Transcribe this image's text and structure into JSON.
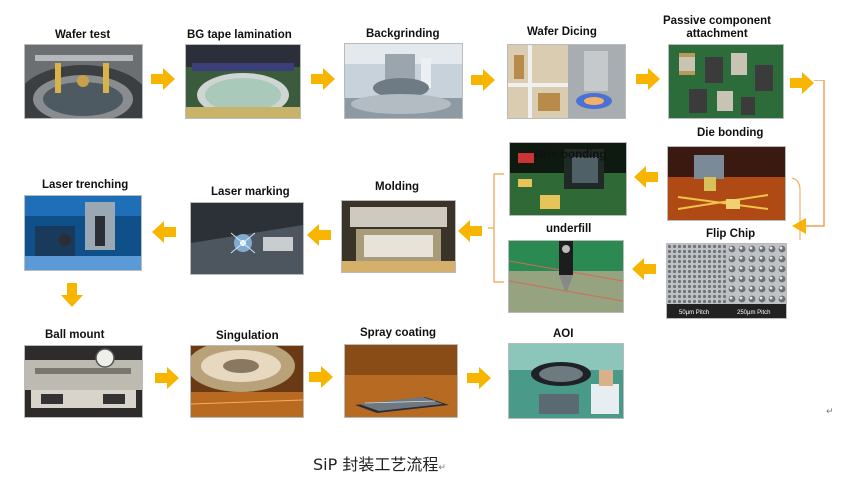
{
  "steps": {
    "wafer_test": "Wafer test",
    "bg_tape_lamination": "BG tape lamination",
    "backgrinding": "Backgrinding",
    "wafer_dicing": "Wafer Dicing",
    "passive_component_attachment": "Passive component\nattachment",
    "die_bonding": "Die bonding",
    "wire_bonding": "Wire bonding",
    "flip_chip": "Flip Chip",
    "underfill": "underfill",
    "molding": "Molding",
    "laser_marking": "Laser marking",
    "laser_trenching": "Laser trenching",
    "ball_mount": "Ball mount",
    "singulation": "Singulation",
    "spray_coating": "Spray coating",
    "aoi": "AOI"
  },
  "flip_chip_pitch_labels": [
    "50µm Pitch",
    "250µm Pitch"
  ],
  "caption": "SiP 封装工艺流程",
  "paragraph_mark": "↵",
  "colors": {
    "arrow": "#f7b500",
    "bracket": "#f0a050"
  }
}
